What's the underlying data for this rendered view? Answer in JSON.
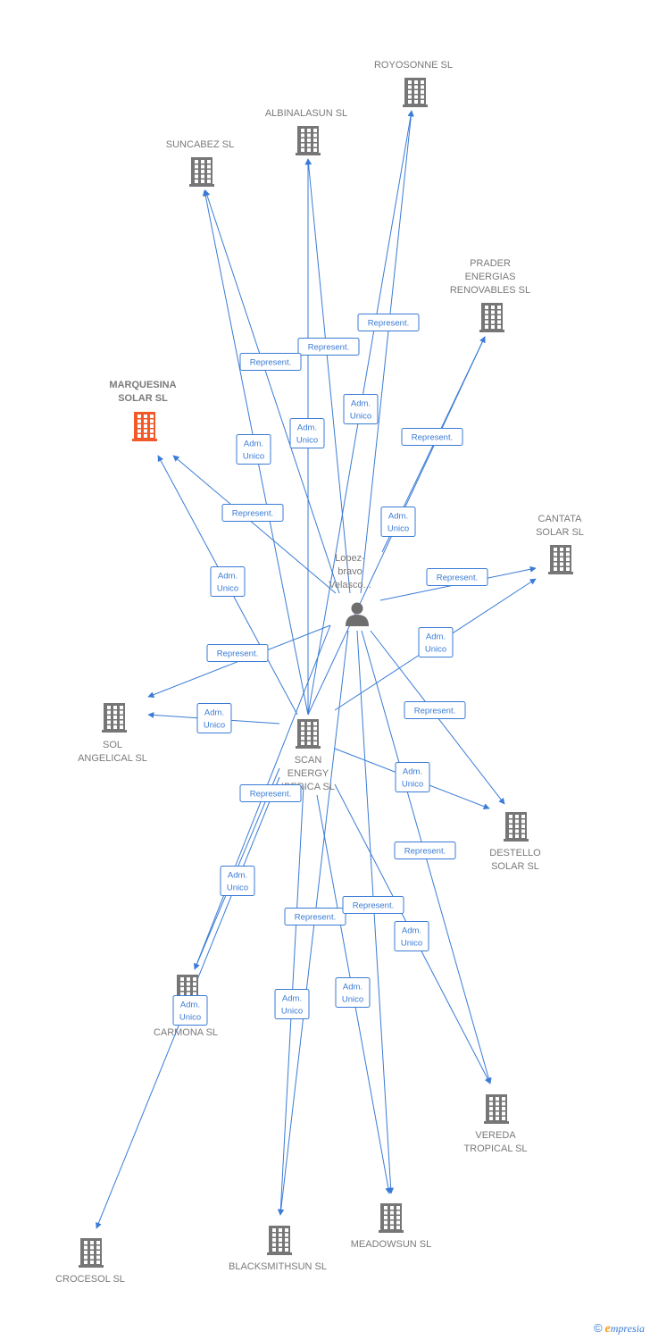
{
  "colors": {
    "edge": "#3a7bd5",
    "building": "#767676",
    "building_highlight": "#f05a28",
    "person": "#6e6e6e"
  },
  "nodes": [
    {
      "id": "royosonne",
      "type": "company",
      "label": [
        "ROYOSONNE SL"
      ]
    },
    {
      "id": "albinalasun",
      "type": "company",
      "label": [
        "ALBINALASUN SL"
      ]
    },
    {
      "id": "suncabez",
      "type": "company",
      "label": [
        "SUNCABEZ SL"
      ]
    },
    {
      "id": "prader",
      "type": "company",
      "label": [
        "PRADER",
        "ENERGIAS",
        "RENOVABLES SL"
      ]
    },
    {
      "id": "marquesina",
      "type": "company",
      "highlight": true,
      "label": [
        "MARQUESINA",
        "SOLAR SL"
      ]
    },
    {
      "id": "cantata",
      "type": "company",
      "label": [
        "CANTATA",
        "SOLAR SL"
      ]
    },
    {
      "id": "person",
      "type": "person",
      "label": [
        "Lopez-",
        "bravo",
        "Velasco..."
      ]
    },
    {
      "id": "solangelical",
      "type": "company",
      "label": [
        "SOL",
        "ANGELICAL SL"
      ]
    },
    {
      "id": "scan",
      "type": "company",
      "label": [
        "SCAN",
        "ENERGY",
        "IBERICA SL"
      ]
    },
    {
      "id": "destello",
      "type": "company",
      "label": [
        "DESTELLO",
        "SOLAR SL"
      ]
    },
    {
      "id": "carmona",
      "type": "company",
      "label": [
        "S...",
        "CARMONA SL"
      ]
    },
    {
      "id": "vereda",
      "type": "company",
      "label": [
        "VEREDA",
        "TROPICAL SL"
      ]
    },
    {
      "id": "crocesol",
      "type": "company",
      "label": [
        "CROCESOL SL"
      ]
    },
    {
      "id": "blacksmithsun",
      "type": "company",
      "label": [
        "BLACKSMITHSUN SL"
      ]
    },
    {
      "id": "meadowsun",
      "type": "company",
      "label": [
        "MEADOWSUN SL"
      ]
    }
  ],
  "edges": [
    {
      "from": "person",
      "to": "royosonne",
      "label": [
        "Represent."
      ]
    },
    {
      "from": "scan",
      "to": "royosonne",
      "label": [
        "Adm.",
        "Unico"
      ]
    },
    {
      "from": "person",
      "to": "albinalasun",
      "label": [
        "Represent."
      ]
    },
    {
      "from": "scan",
      "to": "albinalasun",
      "label": [
        "Adm.",
        "Unico"
      ]
    },
    {
      "from": "person",
      "to": "suncabez",
      "label": [
        "Represent."
      ]
    },
    {
      "from": "scan",
      "to": "suncabez",
      "label": [
        "Adm.",
        "Unico"
      ]
    },
    {
      "from": "person",
      "to": "prader",
      "label": [
        "Represent."
      ]
    },
    {
      "from": "scan",
      "to": "prader",
      "label": [
        "Adm.",
        "Unico"
      ]
    },
    {
      "from": "person",
      "to": "marquesina",
      "label": [
        "Represent."
      ]
    },
    {
      "from": "scan",
      "to": "marquesina",
      "label": [
        "Adm.",
        "Unico"
      ]
    },
    {
      "from": "person",
      "to": "cantata",
      "label": [
        "Represent."
      ]
    },
    {
      "from": "scan",
      "to": "cantata",
      "label": [
        "Adm.",
        "Unico"
      ]
    },
    {
      "from": "person",
      "to": "solangelical",
      "label": [
        "Represent."
      ]
    },
    {
      "from": "scan",
      "to": "solangelical",
      "label": [
        "Adm.",
        "Unico"
      ]
    },
    {
      "from": "person",
      "to": "destello",
      "label": [
        "Represent."
      ]
    },
    {
      "from": "scan",
      "to": "destello",
      "label": [
        "Adm.",
        "Unico"
      ]
    },
    {
      "from": "person",
      "to": "carmona",
      "label": [
        "Represent."
      ]
    },
    {
      "from": "scan",
      "to": "carmona",
      "label": [
        "Adm.",
        "Unico"
      ]
    },
    {
      "from": "person",
      "to": "vereda",
      "label": [
        "Represent."
      ]
    },
    {
      "from": "scan",
      "to": "vereda",
      "label": [
        "Adm.",
        "Unico"
      ]
    },
    {
      "from": "scan",
      "to": "crocesol",
      "label": [
        "Adm.",
        "Unico"
      ]
    },
    {
      "from": "person",
      "to": "blacksmithsun",
      "label": [
        "Represent."
      ]
    },
    {
      "from": "scan",
      "to": "blacksmithsun",
      "label": [
        "Adm.",
        "Unico"
      ]
    },
    {
      "from": "person",
      "to": "meadowsun",
      "label": [
        "Represent."
      ]
    },
    {
      "from": "scan",
      "to": "meadowsun",
      "label": [
        "Adm.",
        "Unico"
      ]
    }
  ],
  "footer": {
    "copyright": "©",
    "brand_first": "e",
    "brand_rest": "mpresia"
  }
}
